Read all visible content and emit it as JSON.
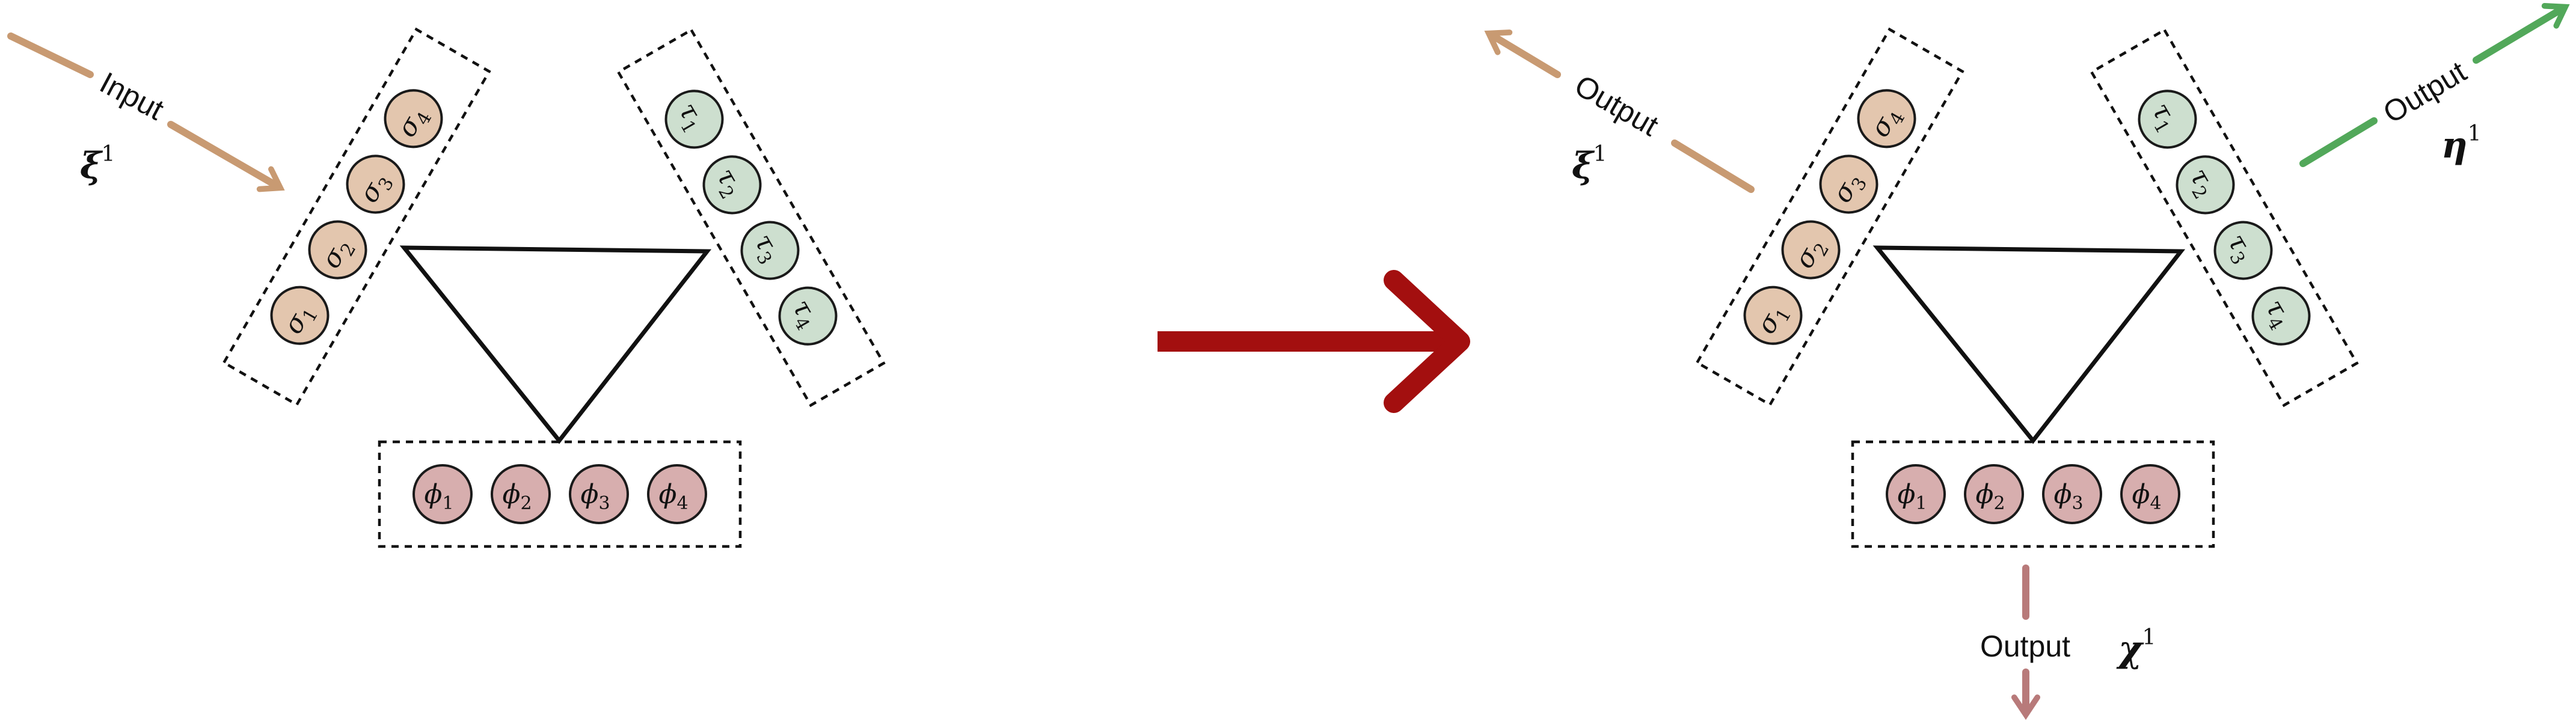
{
  "colors": {
    "sigma_node": "#e3c6ae",
    "tau_node": "#cddfcf",
    "phi_node": "#d7aeae",
    "input_arrow": "#c89a72",
    "output_xi_arrow": "#c89a72",
    "output_eta_arrow": "#52a85a",
    "output_chi_arrow": "#b87a7a",
    "transition_arrow": "#a30f0f",
    "box_stroke": "#111111",
    "triangle_stroke": "#111111"
  },
  "panels": {
    "left": {
      "sigma_nodes": [
        {
          "base": "σ",
          "sub": "1"
        },
        {
          "base": "σ",
          "sub": "2"
        },
        {
          "base": "σ",
          "sub": "3"
        },
        {
          "base": "σ",
          "sub": "4"
        }
      ],
      "tau_nodes": [
        {
          "base": "τ",
          "sub": "1"
        },
        {
          "base": "τ",
          "sub": "2"
        },
        {
          "base": "τ",
          "sub": "3"
        },
        {
          "base": "τ",
          "sub": "4"
        }
      ],
      "phi_nodes": [
        {
          "base": "ϕ",
          "sub": "1"
        },
        {
          "base": "ϕ",
          "sub": "2"
        },
        {
          "base": "ϕ",
          "sub": "3"
        },
        {
          "base": "ϕ",
          "sub": "4"
        }
      ],
      "input_label": "Input",
      "input_symbol": {
        "base": "ξ",
        "sup": "1"
      }
    },
    "right": {
      "sigma_nodes": [
        {
          "base": "σ",
          "sub": "1"
        },
        {
          "base": "σ",
          "sub": "2"
        },
        {
          "base": "σ",
          "sub": "3"
        },
        {
          "base": "σ",
          "sub": "4"
        }
      ],
      "tau_nodes": [
        {
          "base": "τ",
          "sub": "1"
        },
        {
          "base": "τ",
          "sub": "2"
        },
        {
          "base": "τ",
          "sub": "3"
        },
        {
          "base": "τ",
          "sub": "4"
        }
      ],
      "phi_nodes": [
        {
          "base": "ϕ",
          "sub": "1"
        },
        {
          "base": "ϕ",
          "sub": "2"
        },
        {
          "base": "ϕ",
          "sub": "3"
        },
        {
          "base": "ϕ",
          "sub": "4"
        }
      ],
      "output_xi_label": "Output",
      "output_xi_symbol": {
        "base": "ξ",
        "sup": "1"
      },
      "output_eta_label": "Output",
      "output_eta_symbol": {
        "base": "η",
        "sup": "1"
      },
      "output_chi_label": "Output",
      "output_chi_symbol": {
        "base": "χ",
        "sup": "1"
      }
    }
  }
}
